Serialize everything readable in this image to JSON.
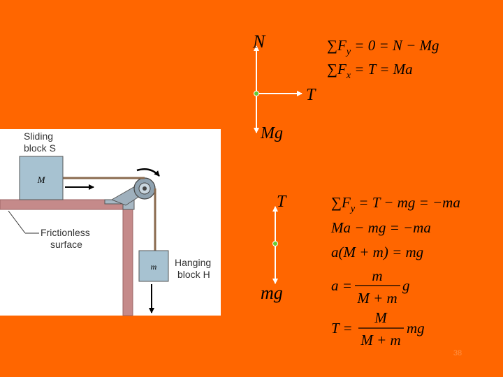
{
  "figure": {
    "sliding_label_1": "Sliding",
    "sliding_label_2": "block S",
    "block_M": "M",
    "block_m": "m",
    "frictionless_1": "Frictionless",
    "frictionless_2": "surface",
    "hanging_1": "Hanging",
    "hanging_2": "block H"
  },
  "fbd_top": {
    "N": "N",
    "T": "T",
    "Mg": "Mg"
  },
  "fbd_bottom": {
    "T": "T",
    "mg": "mg"
  },
  "equations": {
    "eq1_sum": "∑F",
    "eq1_sub": "y",
    "eq1_rest": " = 0 = N − Mg",
    "eq2_sum": "∑F",
    "eq2_sub": "x",
    "eq2_rest": " = T = Ma",
    "eq3_sum": "∑F",
    "eq3_sub": "y",
    "eq3_rest": " = T − mg = −ma",
    "eq4": "Ma − mg = −ma",
    "eq5": "a(M + m) = mg",
    "eq6_lhs": "a =",
    "eq6_num": "m",
    "eq6_den": "M + m",
    "eq6_rhs": "g",
    "eq7_lhs": "T =",
    "eq7_num": "M",
    "eq7_den": "M + m",
    "eq7_rhs": "mg"
  },
  "page_number": "38",
  "colors": {
    "background": "#ff6600",
    "vector": "#ffffff",
    "point": "#66cc33"
  }
}
